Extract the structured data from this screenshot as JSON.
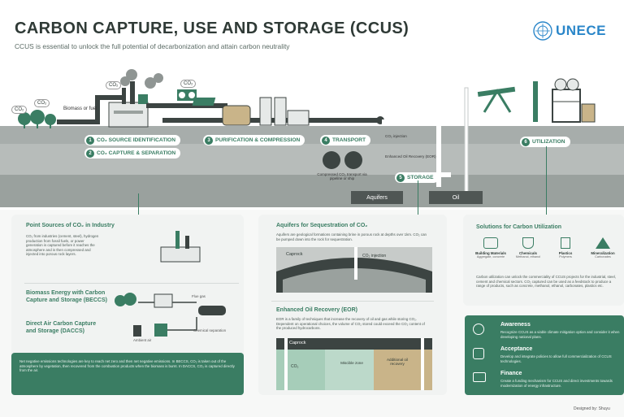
{
  "header": {
    "title": "CARBON CAPTURE, USE AND STORAGE (CCUS)",
    "subtitle": "CCUS is essential to unlock the full potential of decarbonization and attain carbon neutrality",
    "logo_text": "UNECE"
  },
  "scene": {
    "co2_tags": [
      "CO₂",
      "CO₂",
      "CO₂",
      "CO₂"
    ],
    "biomass_label": "Biomass or fuel",
    "steps": [
      {
        "num": "1",
        "label": "CO₂ SOURCE IDENTIFICATION"
      },
      {
        "num": "2",
        "label": "CO₂ CAPTURE & SEPARATION"
      },
      {
        "num": "3",
        "label": "PURIFICATION & COMPRESSION"
      },
      {
        "num": "4",
        "label": "TRANSPORT"
      },
      {
        "num": "5",
        "label": "STORAGE"
      },
      {
        "num": "6",
        "label": "UTILIZATION"
      }
    ],
    "co2_injection": "CO₂ injection",
    "eor_label": "Enhanced Oil Recovery (EOR)",
    "transport_note": "Compressed CO₂ transport via pipeline or ship",
    "aquifers": "Aquifers",
    "oil": "Oil"
  },
  "panel_sources": {
    "title": "Point Sources of CO₂ in Industry",
    "text": "CO₂ from industries (cement, steel), hydrogen production from fossil fuels, or power generation is captured before it reaches the atmosphere and is then compressed and injected into porous rock layers.",
    "beccs_title": "Biomass Energy with Carbon Capture and Storage (BECCS)",
    "dacs_title": "Direct Air Carbon Capture and Storage (DACCS)",
    "flue_gas": "Flue gas",
    "ambient_air": "Ambient air",
    "chemical_separation": "Chemical separation",
    "footer": "Net negative emissions technologies are key to reach net zero and then net negative emissions. In BECCS, CO₂ is taken out of the atmosphere by vegetation, then recovered from the combustion products when the biomass is burnt. In DACCS, CO₂ is captured directly from the air."
  },
  "panel_storage": {
    "title": "Aquifers for Sequestration of CO₂",
    "text": "Aquifers are geological formations containing brine in porous rock at depths over 1km. CO₂ can be pumped down into the rock for sequestration.",
    "caprock": "Caprock",
    "injection": "CO₂ injection",
    "eor_title": "Enhanced Oil Recovery (EOR)",
    "eor_text": "EOR is a family of techniques that increase the recovery of oil and gas while storing CO₂. Dependent on operational choices, the volume of CO₂ stored could exceed the CO₂ content of the produced hydrocarbons.",
    "caprock2": "Caprock",
    "zone_co2": "CO₂",
    "zone_miscible": "Miscible zone",
    "zone_oil": "Additional oil recovery"
  },
  "panel_utilization": {
    "title": "Solutions for Carbon Utilization",
    "items": [
      {
        "name": "Building Materials",
        "sub": "Aggregate, concrete"
      },
      {
        "name": "Chemicals",
        "sub": "Methanol, ethanol"
      },
      {
        "name": "Plastics",
        "sub": "Polymers"
      },
      {
        "name": "Mineralization",
        "sub": "Carbonates"
      }
    ],
    "text": "Carbon utilization can unlock the commerciality of CCUS projects for the industrial, steel, cement and chemical sectors. CO₂ captured can be used as a feedstock to produce a range of products, such as concrete, methanol, ethanol, carbonates, plastics etc."
  },
  "panel_policy": {
    "items": [
      {
        "title": "Awareness",
        "text": "Recognize CCUS as a viable climate mitigation option and consider it when developing national plans."
      },
      {
        "title": "Acceptance",
        "text": "Develop and integrate policies to allow full commercialization of CCUS technologies."
      },
      {
        "title": "Finance",
        "text": "Create a funding mechanism for CCUS and direct investments towards modernization of energy infrastructure."
      }
    ]
  },
  "credit": "Designed by: Shuyu",
  "colors": {
    "accent": "#3a7d63",
    "ground": "#a7adab",
    "panel": "#f1f3f2",
    "dark": "#3c4442"
  }
}
